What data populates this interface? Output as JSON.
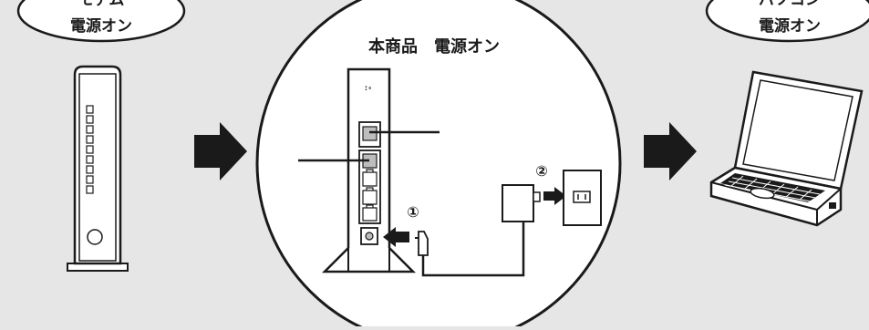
{
  "labels": {
    "modem_line1": "モデム",
    "modem_line2": "電源オン",
    "pc_line1": "パソコン",
    "pc_line2": "電源オン",
    "product_power_on": "本商品　電源オン",
    "step1": "①",
    "step2": "②"
  },
  "colors": {
    "background": "#e6e6e6",
    "stroke": "#1a1a1a",
    "fill": "#ffffff"
  },
  "icons": {
    "modem": "modem-device-icon",
    "router": "router-device-icon",
    "laptop": "laptop-icon",
    "adapter": "ac-adapter-icon",
    "outlet": "wall-outlet-icon",
    "flow_arrow": "flow-arrow-icon"
  }
}
